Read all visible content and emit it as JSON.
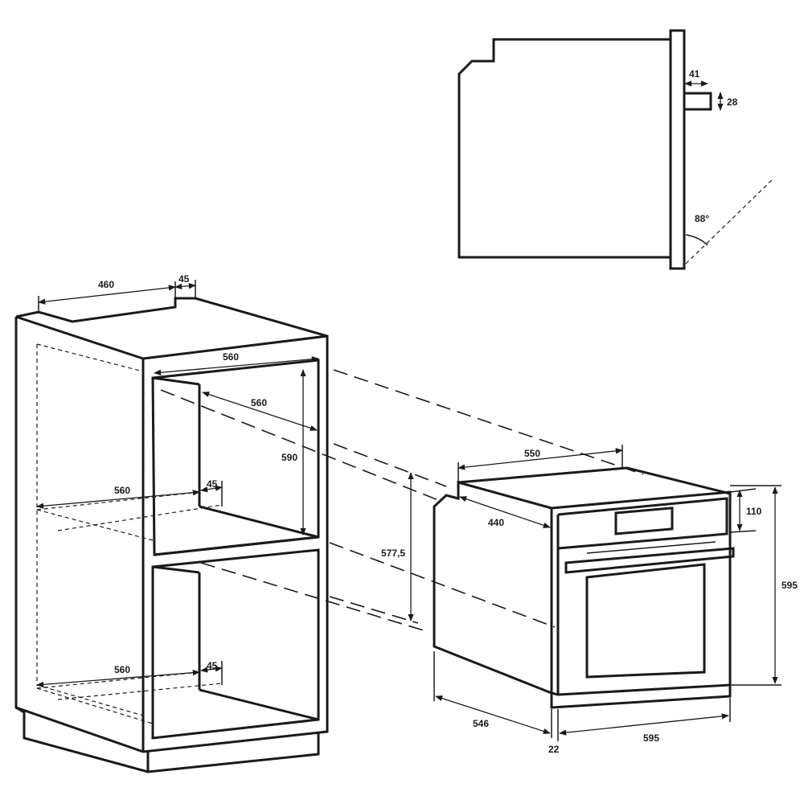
{
  "side_view": {
    "handle_depth": "41",
    "handle_height": "28",
    "door_angle": "88°"
  },
  "cabinet": {
    "top_depth": "460",
    "top_gap": "45",
    "inner_width_top": "560",
    "inner_depth_top": "560",
    "niche_height": "590",
    "mid_shelf_width": "560",
    "mid_shelf_gap": "45",
    "low_shelf_width": "560",
    "low_shelf_gap": "45"
  },
  "connector": {
    "height": "577,5"
  },
  "oven": {
    "top_width": "550",
    "side_depth": "440",
    "panel_height": "110",
    "total_height": "595",
    "body_depth": "546",
    "front_width": "595",
    "front_thickness": "22"
  }
}
